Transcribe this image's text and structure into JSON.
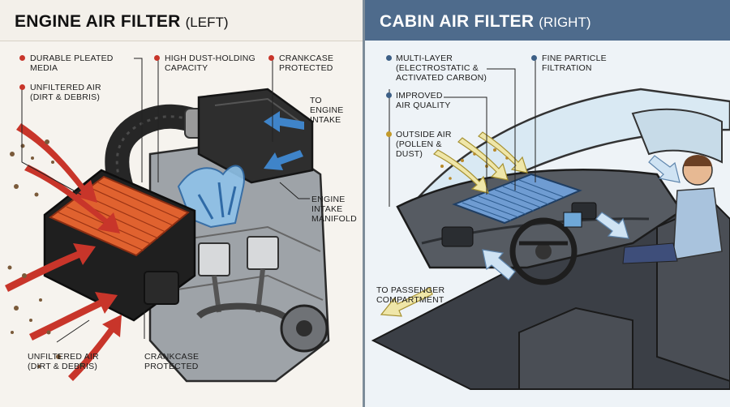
{
  "left": {
    "title_bold": "ENGINE AIR FILTER",
    "title_suffix": "(LEFT)",
    "labels": {
      "durable": "DURABLE PLEATED\nMEDIA",
      "unfiltered_top": "UNFILTERED AIR\n(DIRT & DEBRIS)",
      "high_dust": "HIGH DUST-HOLDING\nCAPACITY",
      "crankcase_top": "CRANKCASE\nPROTECTED",
      "to_engine": "TO\nENGINE\nINTAKE",
      "manifold": "ENGINE\nINTAKE\nMANIFOLD",
      "unfiltered_bottom": "UNFILTERED AIR\n(DIRT & DEBRIS)",
      "crankcase_bottom": "CRANKCASE\nPROTECTED"
    }
  },
  "right": {
    "title_bold": "CABIN AIR FILTER",
    "title_suffix": "(RIGHT)",
    "labels": {
      "multilayer": "MULTI-LAYER\n(ELECTROSTATIC &\nACTIVATED CARBON)",
      "fine": "FINE PARTICLE\nFILTRATION",
      "improved": "IMPROVED\nAIR QUALITY",
      "outside": "OUTSIDE AIR\n(POLLEN &\nDUST)",
      "passenger": "TO PASSENGER\nCOMPARTMENT"
    }
  },
  "colors": {
    "accent_red": "#c8352a",
    "accent_blue": "#4e6b8c",
    "filter_orange": "#e0622f",
    "filter_blue": "#6f9cd2",
    "outside_air": "#efe6a8",
    "clean_air": "#cfe3f3"
  }
}
